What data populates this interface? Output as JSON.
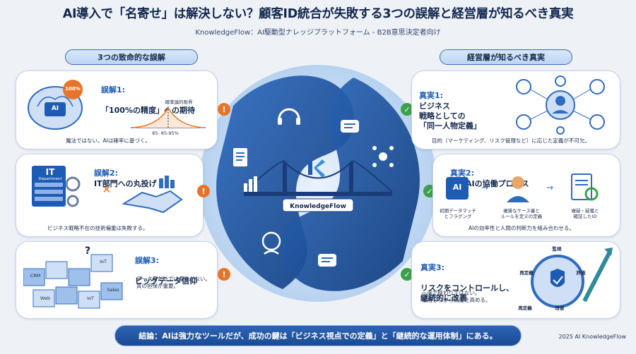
{
  "title": "AI導入で「名寄せ」は解決しない？顧客ID統合が失敗する3つの誤解と経営層が知るべき真実",
  "subtitle": "KnowledgeFlow：AI駆動型ナレッジプラットフォーム - B2B意思決定者向け",
  "left_header": "3つの致命的な誤解",
  "right_header": "経営層が知るべき真実",
  "center_label": "KnowledgeFlow",
  "myths": [
    {
      "title_prefix": "誤解1:",
      "title": "「100%の精度」への期待",
      "badge": "100%",
      "ai_label": "AI",
      "chart_label": "確率論的限界",
      "chart_range": "85- 85-95%",
      "text": "魔法ではない。AIは確率に基づく。"
    },
    {
      "title_prefix": "誤解2:",
      "title": "IT部門への丸投げ",
      "it_label": "IT",
      "it_sub": "Department",
      "text": "ビジネス戦略不在の技術偏重は失敗する。"
    },
    {
      "title_prefix": "誤解3:",
      "title": "ビッグデータ信仰",
      "text": "データ量だけでは意味がない。\n質の担保が重要。",
      "cube_labels": [
        "CRM",
        "IoT",
        "Web",
        "Sales",
        "IoT"
      ],
      "question": "?"
    }
  ],
  "truths": [
    {
      "title_prefix": "真実1:",
      "title": "ビジネス\n戦略としての\n「同一人物定義」",
      "text": "目的（マーケティング、リスク管理など）に応じた定義が不可欠。"
    },
    {
      "title_prefix": "真実2:",
      "title": "人とAIの協働プロセス",
      "ai_label": "AI",
      "step1": "初期データマッチ\nとフラグング",
      "step2": "複雑なケース審と\nルールを定义の定義",
      "step3": "複疑・疑獲と\n確証したID",
      "text": "AIの効率性と人間の判断力を組み合わせる。"
    },
    {
      "title_prefix": "真実3:",
      "title": "リスクをコントロールし、\n継続的に改善",
      "text": "一度で終わりではない。\n運用しながら精度を高める。",
      "cycle_labels": [
        "監視",
        "評価",
        "改善",
        "再定義",
        "再定義"
      ]
    }
  ],
  "conclusion": "結論：AIは強力なツールだが、成功の鍵は「ビジネス視点での定義」と「継続的な運用体制」にある。",
  "footer": "2025 AI KnowledgeFlow",
  "colors": {
    "navy": "#13284e",
    "accent": "#1d5bb5",
    "warning": "#e8742a",
    "ok": "#3aa14a"
  }
}
